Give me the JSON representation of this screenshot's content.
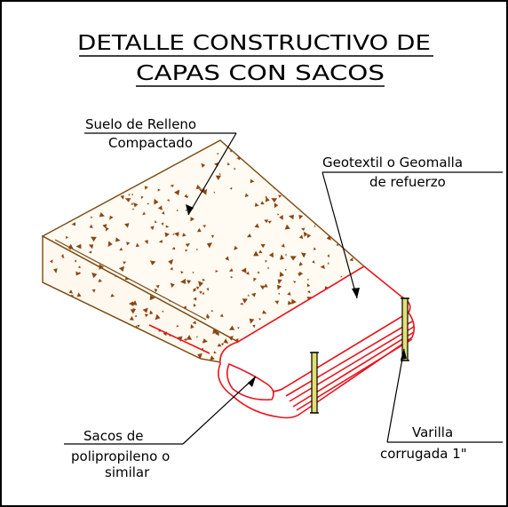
{
  "title": {
    "line1": "DETALLE CONSTRUCTIVO DE",
    "line2": "CAPAS CON SACOS"
  },
  "labels": {
    "suelo_line1": "Suelo de Relleno",
    "suelo_line2": "Compactado",
    "geo_line1": "Geotextil o Geomalla",
    "geo_line2": "de refuerzo",
    "sacos_line1": "Sacos de",
    "sacos_line2": "polipropileno o",
    "sacos_line3": "similar",
    "varilla_line1": "Varilla",
    "varilla_line2": "corrugada 1\""
  },
  "colors": {
    "soil_outline": "#7a4a12",
    "soil_speck": "#8b4513",
    "bag_red": "#e8141c",
    "rod_yellow": "#e2e070",
    "ink": "#000000"
  }
}
